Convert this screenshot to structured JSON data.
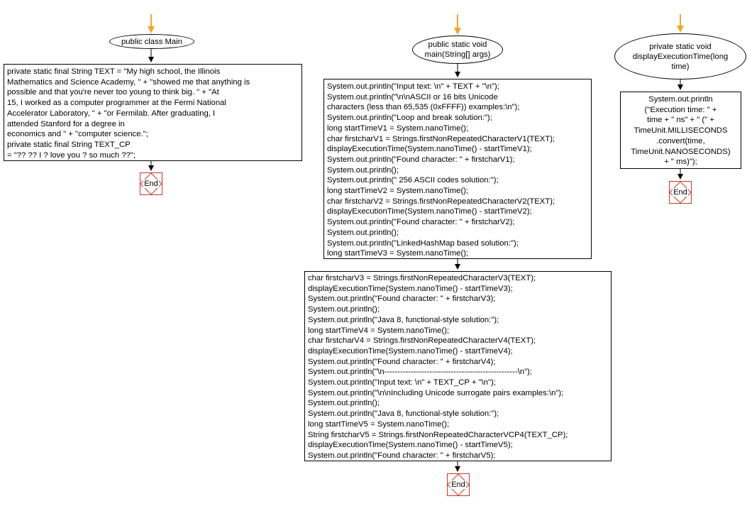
{
  "colors": {
    "entry_arrow": "#f5a623",
    "end_border": "#c0392b",
    "line": "#000000"
  },
  "columns": {
    "main_class": {
      "start_label": [
        "public class Main"
      ],
      "fields_code": [
        "private static final String TEXT = \"My high school, the Illinois",
        "Mathematics and Science Academy, \" + \"showed me that anything is",
        "possible and that you're never too young to think big. \" + \"At",
        "15, I worked as a computer programmer at the Fermi National",
        "Accelerator Laboratory, \" + \"or Fermilab. After graduating, I",
        "attended Stanford for a degree in",
        "economics and \" + \"computer science.\";",
        "private static final String TEXT_CP",
        "= \"?? ?? I ? love you ? so much ??\";"
      ],
      "end_label": "End"
    },
    "main_method": {
      "start_label": [
        "public static void",
        "main(String[] args)"
      ],
      "code_part1": [
        "System.out.println(\"Input text: \\n\" + TEXT + \"\\n\");",
        "System.out.println(\"\\n\\nASCII or 16 bits Unicode",
        "characters (less than 65,535 (0xFFFF)) examples:\\n\");",
        "System.out.println(\"Loop and break solution:\");",
        "long startTimeV1 = System.nanoTime();",
        "char firstcharV1 = Strings.firstNonRepeatedCharacterV1(TEXT);",
        "displayExecutionTime(System.nanoTime() - startTimeV1);",
        "System.out.println(\"Found character: \" + firstcharV1);",
        "System.out.println();",
        "System.out.println(\" 256 ASCII codes solution:\");",
        "long startTimeV2 = System.nanoTime();",
        "char firstcharV2 = Strings.firstNonRepeatedCharacterV2(TEXT);",
        "displayExecutionTime(System.nanoTime() - startTimeV2);",
        "System.out.println(\"Found character: \" + firstcharV2);",
        "System.out.println();",
        "System.out.println(\"LinkedHashMap based solution:\");",
        "long startTimeV3 = System.nanoTime();"
      ],
      "code_part2": [
        "char firstcharV3 = Strings.firstNonRepeatedCharacterV3(TEXT);",
        "displayExecutionTime(System.nanoTime() - startTimeV3);",
        "System.out.println(\"Found character: \" + firstcharV3);",
        "System.out.println();",
        "System.out.println(\"Java 8, functional-style solution:\");",
        "long startTimeV4 = System.nanoTime();",
        "char firstcharV4 = Strings.firstNonRepeatedCharacterV4(TEXT);",
        "displayExecutionTime(System.nanoTime() - startTimeV4);",
        "System.out.println(\"Found character: \" + firstcharV4);",
        "System.out.println(\"\\n--------------------------------------------------\\n\");",
        "System.out.println(\"Input text: \\n\" + TEXT_CP + \"\\n\");",
        "System.out.println(\"\\n\\nIncluding Unicode surrogate pairs examples:\\n\");",
        "System.out.println();",
        "System.out.println(\"Java 8, functional-style solution:\");",
        "long startTimeV5 = System.nanoTime();",
        "String firstcharV5 = Strings.firstNonRepeatedCharacterVCP4(TEXT_CP);",
        "displayExecutionTime(System.nanoTime() - startTimeV5);",
        "System.out.println(\"Found character: \" + firstcharV5);"
      ],
      "end_label": "End"
    },
    "display_method": {
      "start_label": [
        "private static void",
        "displayExecutionTime(long",
        "time)"
      ],
      "code": [
        "System.out.println",
        "(\"Execution time: \" +",
        "time + \" ns\" + \" (\" +",
        "TimeUnit.MILLISECONDS",
        ".convert(time,",
        "TimeUnit.NANOSECONDS)",
        "+ \" ms)\");"
      ],
      "end_label": "End"
    }
  }
}
